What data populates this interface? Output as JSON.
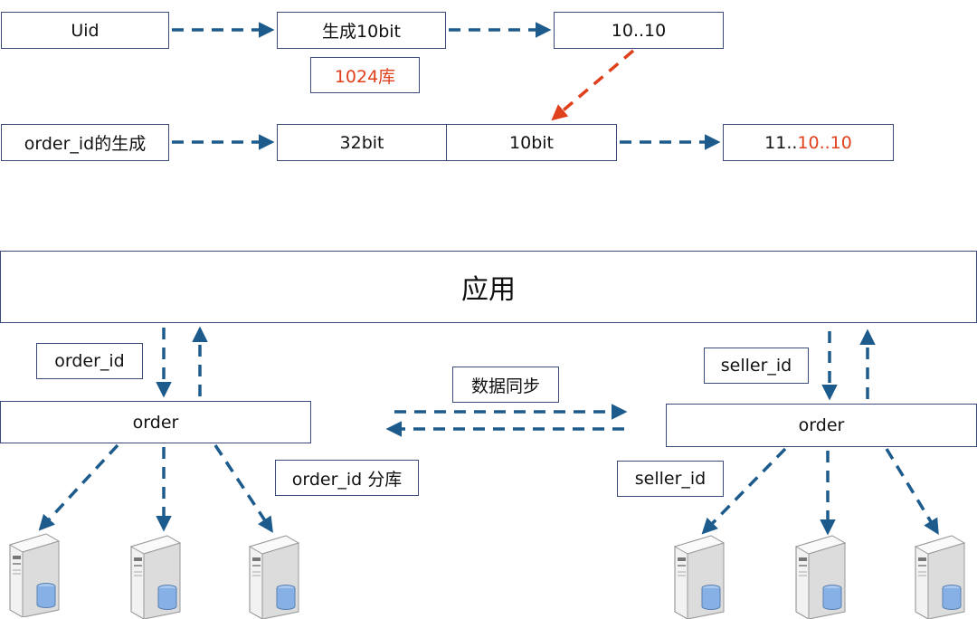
{
  "top": {
    "uid": "Uid",
    "gen10bit": "生成10bit",
    "val_1010": "10..10",
    "lib1024": "1024库",
    "order_id_gen": "order_id的生成",
    "bits32": "32bit",
    "bits10": "10bit",
    "result_prefix": "11..",
    "result_suffix": "10..10"
  },
  "bottom": {
    "app": "应用",
    "left_key": "order_id",
    "left_db": "order",
    "left_shard": "order_id 分库",
    "sync": "数据同步",
    "right_key": "seller_id",
    "right_db": "order",
    "right_shard": "seller_id"
  },
  "colors": {
    "arrow_blue": "#1d5b8c",
    "arrow_red": "#e0401c",
    "box_border": "#3b4a7a",
    "highlight_text": "#e0401c"
  }
}
